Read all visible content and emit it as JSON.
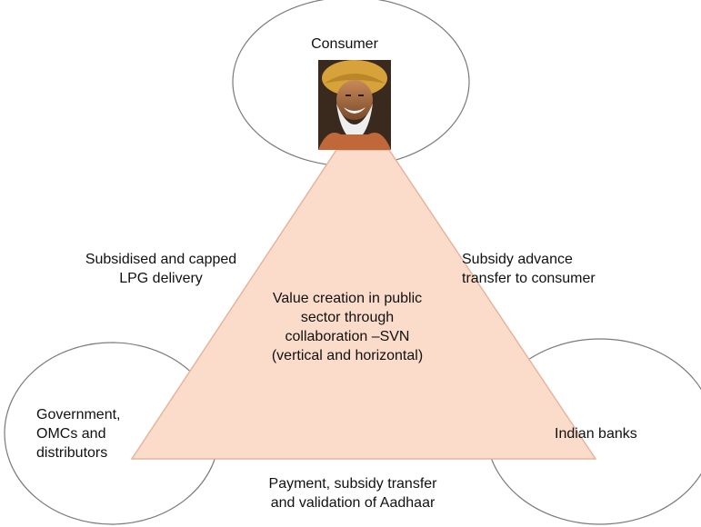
{
  "nodes": {
    "consumer": "Consumer",
    "government": "Government,\nOMCs and\ndistributors",
    "banks": "Indian banks"
  },
  "center_text": "Value creation in public\nsector through\ncollaboration –SVN\n(vertical and horizontal)",
  "edges": {
    "left": "Subsidised and capped\nLPG delivery",
    "right": "Subsidy advance\ntransfer to consumer",
    "bottom": "Payment, subsidy transfer\nand validation of Aadhaar"
  },
  "colors": {
    "triangle_fill": "#fbdccb",
    "triangle_stroke": "#e6b49c",
    "circle_stroke": "#7a7a7a"
  },
  "image": {
    "icon": "consumer-photo-icon"
  }
}
